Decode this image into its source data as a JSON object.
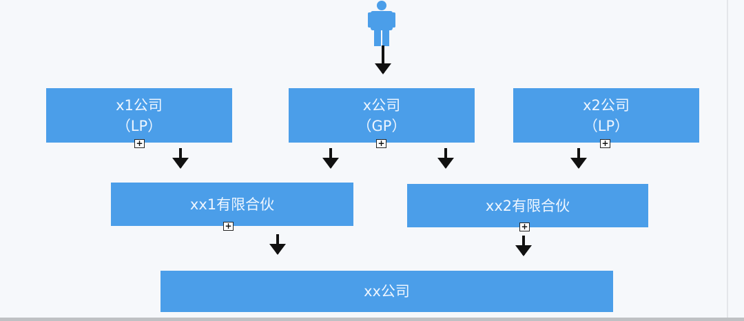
{
  "diagram": {
    "person": {
      "icon": "person-icon"
    },
    "nodes": {
      "x1": {
        "line1": "x1公司",
        "line2": "（LP）"
      },
      "x": {
        "line1": "x公司",
        "line2": "（GP）"
      },
      "x2": {
        "line1": "x2公司",
        "line2": "（LP）"
      },
      "xx1": {
        "label": "xx1有限合伙"
      },
      "xx2": {
        "label": "xx2有限合伙"
      },
      "xx": {
        "label": "xx公司"
      }
    },
    "expand_symbol": "+",
    "colors": {
      "box": "#4b9ee9",
      "arrow": "#111111",
      "background": "#f6f8fb"
    }
  }
}
